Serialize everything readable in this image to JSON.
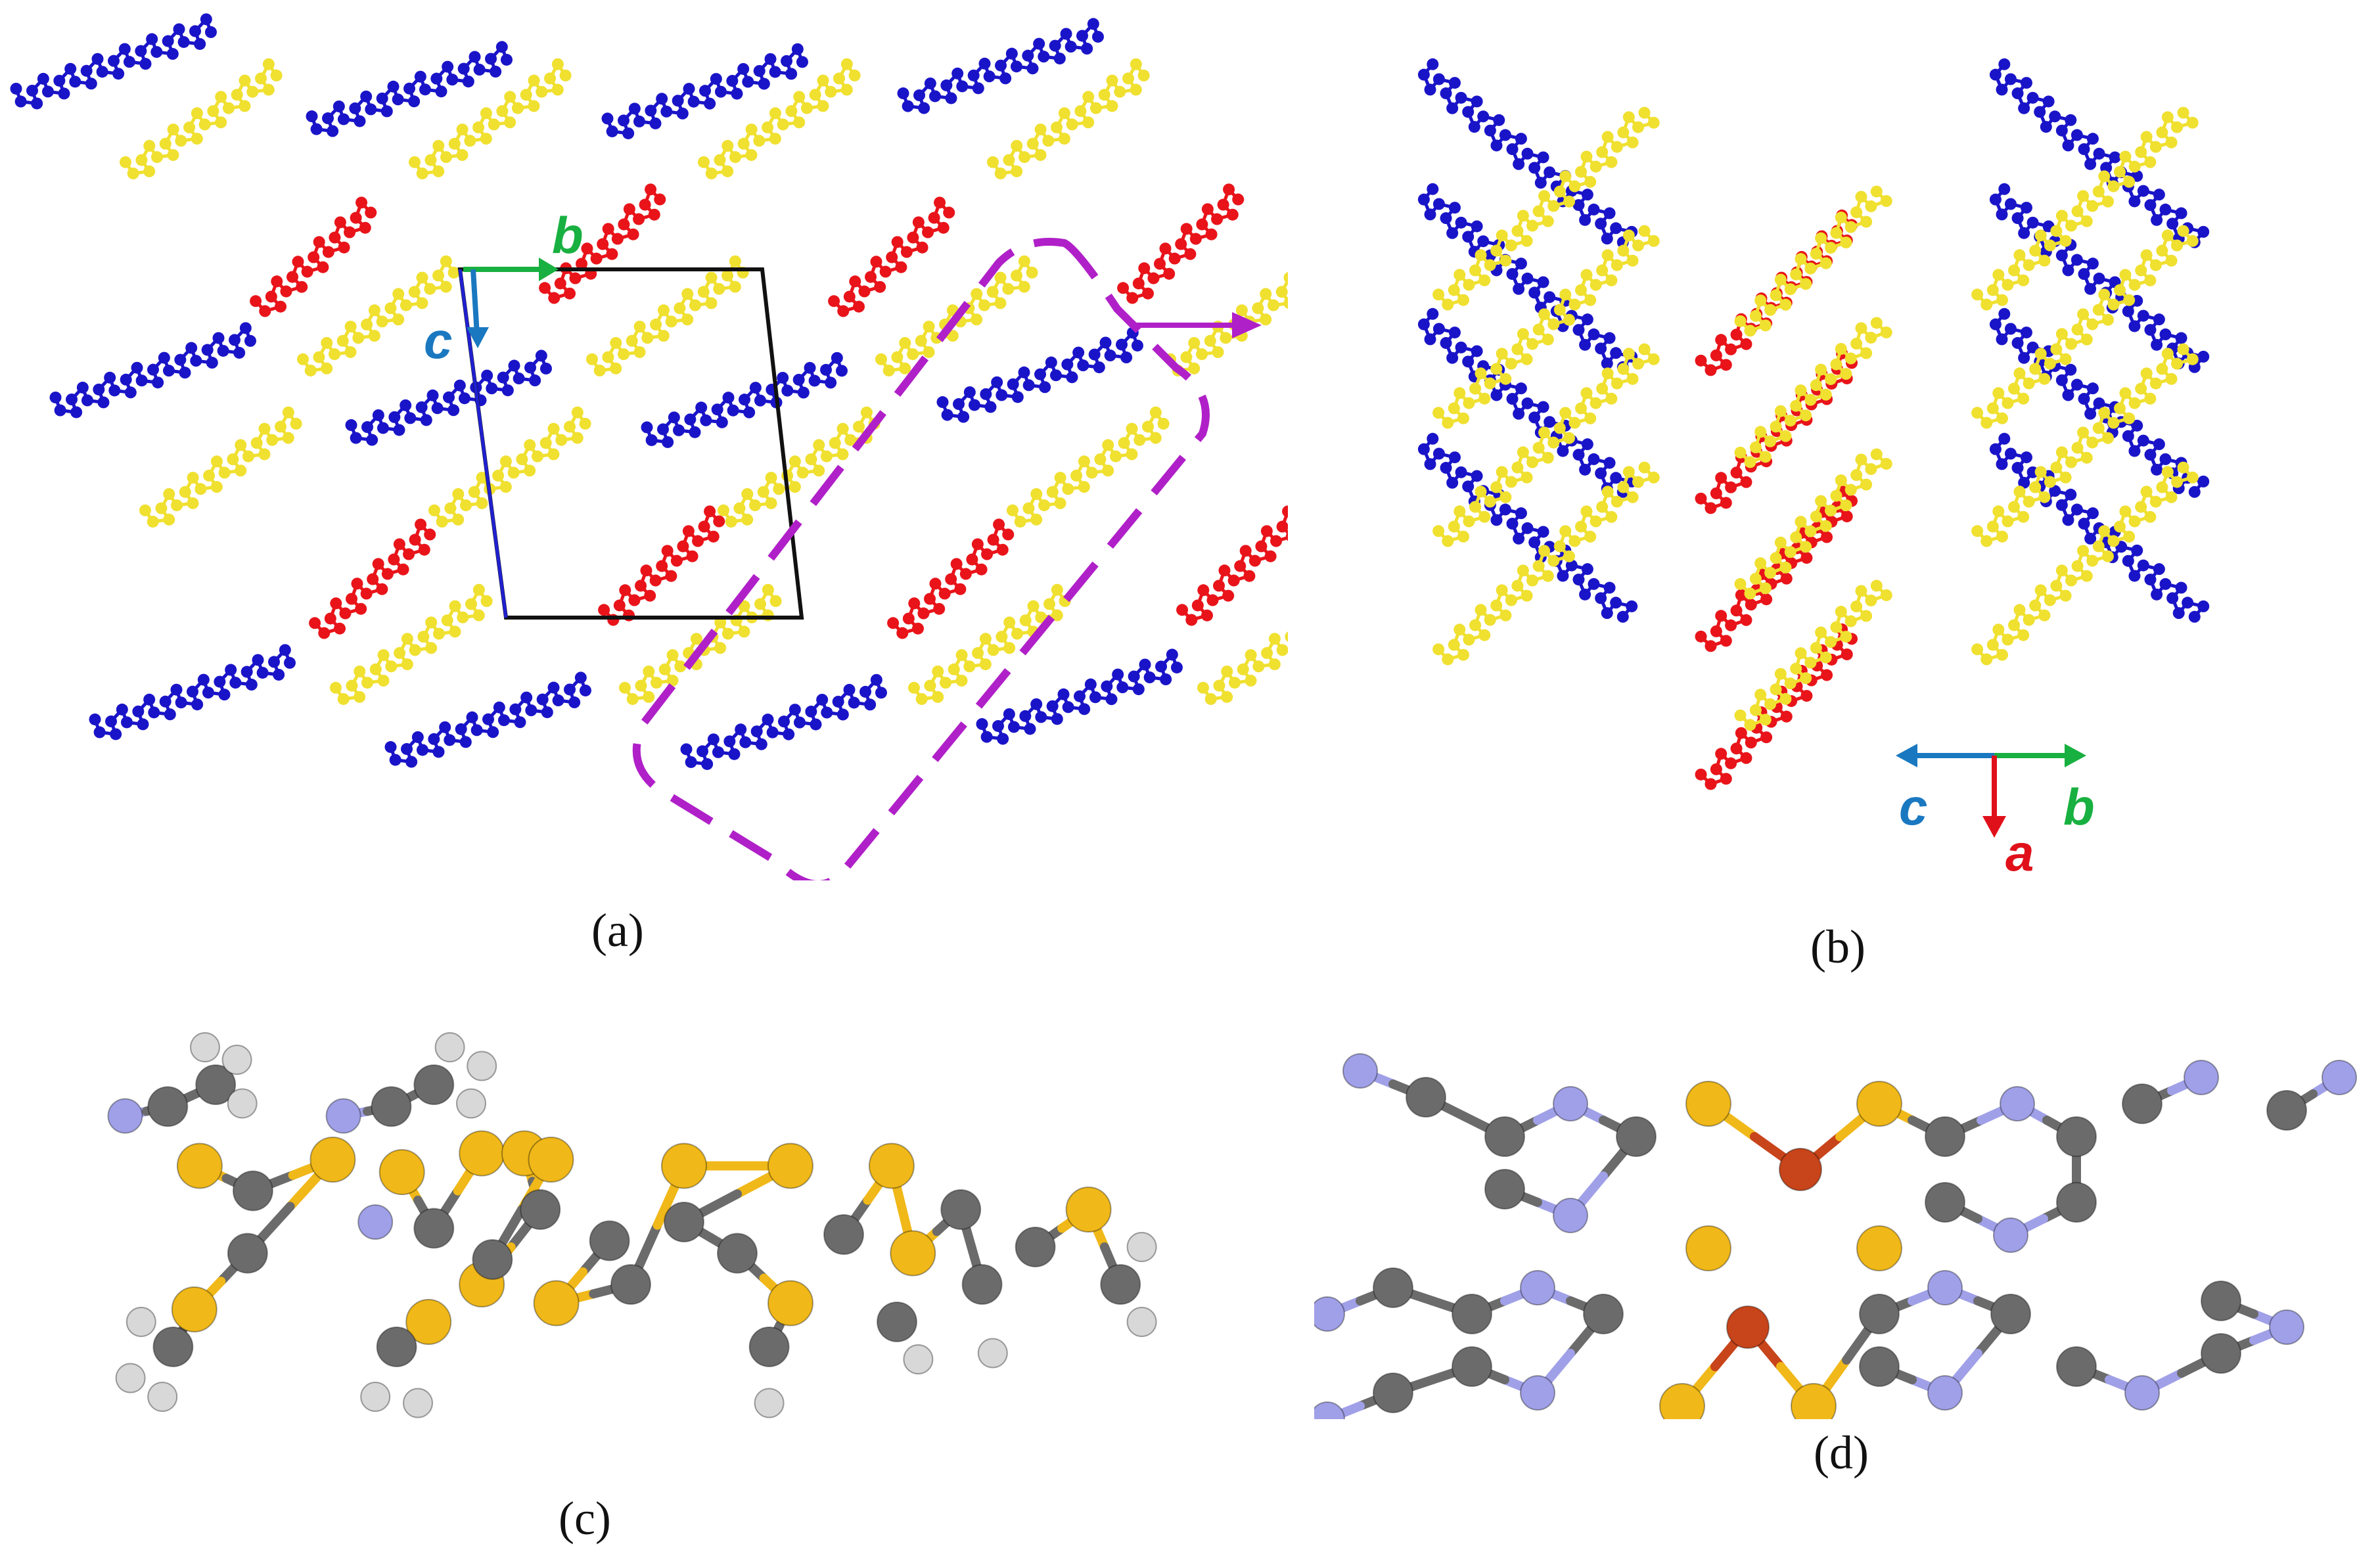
{
  "figure": {
    "panels": [
      {
        "id": "a",
        "caption": "(a)",
        "axis_labels": {
          "b": "b",
          "c": "c"
        }
      },
      {
        "id": "b",
        "caption": "(b)",
        "axis_labels": {
          "c": "c",
          "b": "b",
          "a": "a"
        }
      },
      {
        "id": "c",
        "caption": "(c)"
      },
      {
        "id": "d",
        "caption": "(d)"
      }
    ],
    "colors": {
      "blue_molecule": "#1a14c8",
      "red_molecule": "#e8141a",
      "yellow_molecule": "#f0e030",
      "selection_outline": "#b020c8",
      "axis_a": "#e0101a",
      "axis_b": "#18b040",
      "axis_c": "#1a78c0",
      "carbon": "#6b6b6b",
      "sulfur": "#f0b818",
      "nitrogen": "#a0a0e8",
      "hydrogen": "#d8d8d8",
      "metal": "#c8441a",
      "unit_cell": "#111111"
    }
  }
}
